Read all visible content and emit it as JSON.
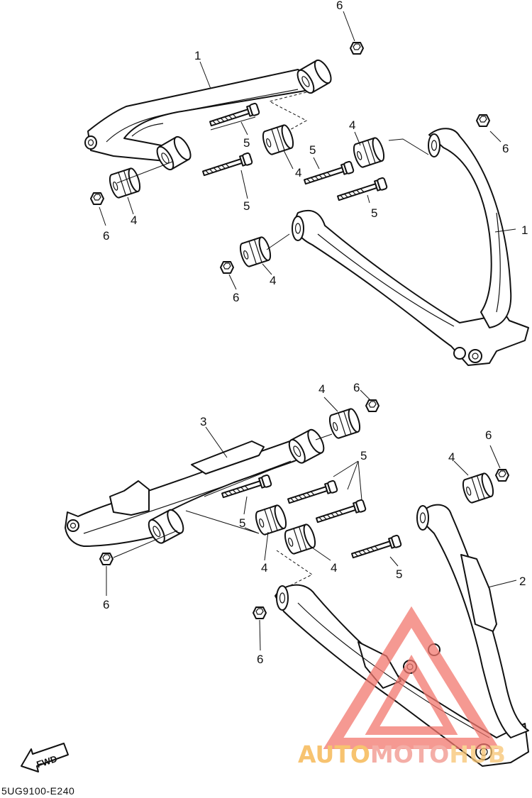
{
  "callouts": {
    "c1": "1",
    "c2": "2",
    "c3": "3",
    "c4": "4",
    "c5": "5",
    "c6": "6"
  },
  "fwd_label": "FWD",
  "reference_code": "5UG9100-E240",
  "watermark": {
    "part_a": "AUTO",
    "part_b": "MOTO",
    "part_c": "HUB",
    "color_a": "#f5b041",
    "color_b": "#f1948a",
    "color_c": "#f8c471",
    "triangle_color": "#f2776e"
  }
}
